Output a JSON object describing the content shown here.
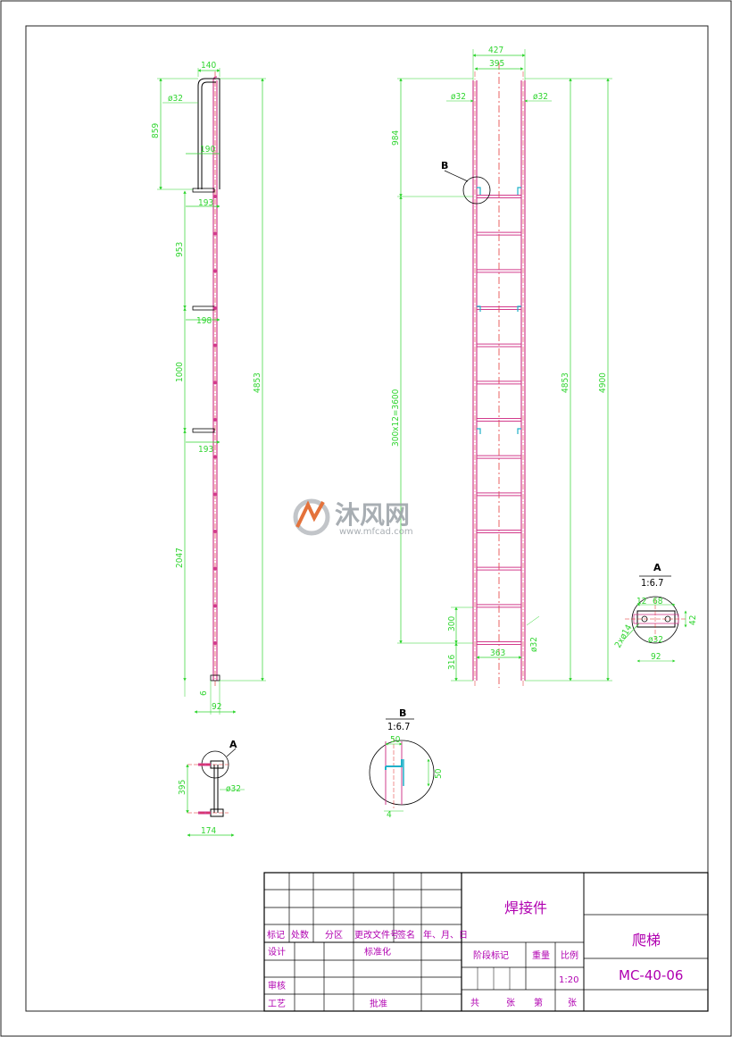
{
  "drawing_title": "爬梯",
  "drawing_number": "MC-40-06",
  "part_type": "焊接件",
  "scale_value": "1:20",
  "title_block": {
    "mark": "标记",
    "count": "处数",
    "zone": "分区",
    "change_doc": "更改文件号",
    "sign": "签名",
    "date": "年、月、日",
    "design": "设计",
    "standardize": "标准化",
    "review": "审核",
    "process": "工艺",
    "approve": "批准",
    "stage_mark": "阶段标记",
    "weight": "重量",
    "scale": "比例",
    "total": "共",
    "sheets": "张",
    "no": "第",
    "sheet": "张"
  },
  "side_view": {
    "dims": [
      "140",
      "ø32",
      "859",
      "190",
      "193",
      "953",
      "198",
      "1000",
      "4853",
      "193",
      "2047",
      "6",
      "92"
    ]
  },
  "front_view": {
    "dims": [
      "427",
      "395",
      "ø32",
      "ø32",
      "984",
      "300x12=3600",
      "4853",
      "4900",
      "300",
      "316",
      "363",
      "ø32"
    ],
    "callout": "B"
  },
  "top_view": {
    "dims": [
      "395",
      "ø32",
      "174"
    ],
    "callout": "A"
  },
  "detail_a": {
    "title": "A",
    "scale": "1:6.7",
    "dims": [
      "12",
      "68",
      "42",
      "2xø14",
      "ø32",
      "92"
    ]
  },
  "detail_b": {
    "title": "B",
    "scale": "1:6.7",
    "dims": [
      "50",
      "50",
      "4"
    ]
  },
  "watermark": {
    "text": "沐风网",
    "url": "www.mfcad.com"
  },
  "colors": {
    "dimension": "#2fd52f",
    "outline": "#000000",
    "part": "#d23c8c",
    "centerline": "#e02020",
    "callout_line": "#20b0c8",
    "title_text": "#b000b0"
  }
}
